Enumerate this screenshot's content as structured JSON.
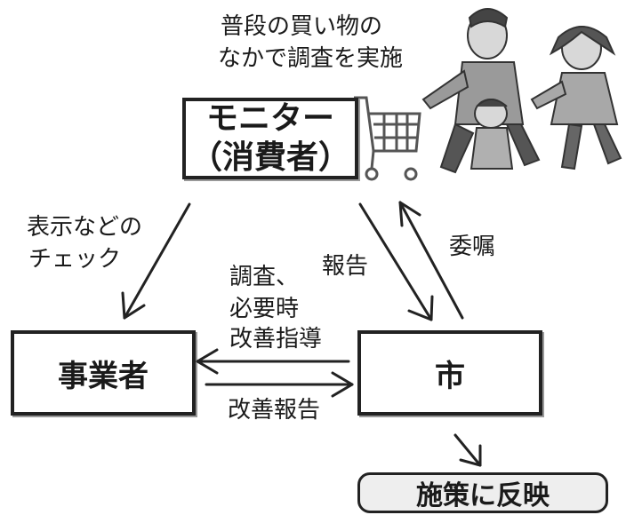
{
  "caption": {
    "line1": "普段の買い物の",
    "line2": "なかで調査を実施"
  },
  "nodes": {
    "monitor": "モニター\n（消費者）",
    "business": "事業者",
    "city": "市",
    "policy": "施策に反映"
  },
  "labels": {
    "check_line1": "表示などの",
    "check_line2": "チェック",
    "report": "報告",
    "commission": "委嘱",
    "survey_line1": "調査、",
    "survey_line2": "必要時",
    "survey_line3": "改善指導",
    "improvement_report": "改善報告"
  },
  "colors": {
    "line": "#222222",
    "illustration": "#8a8a8a"
  }
}
